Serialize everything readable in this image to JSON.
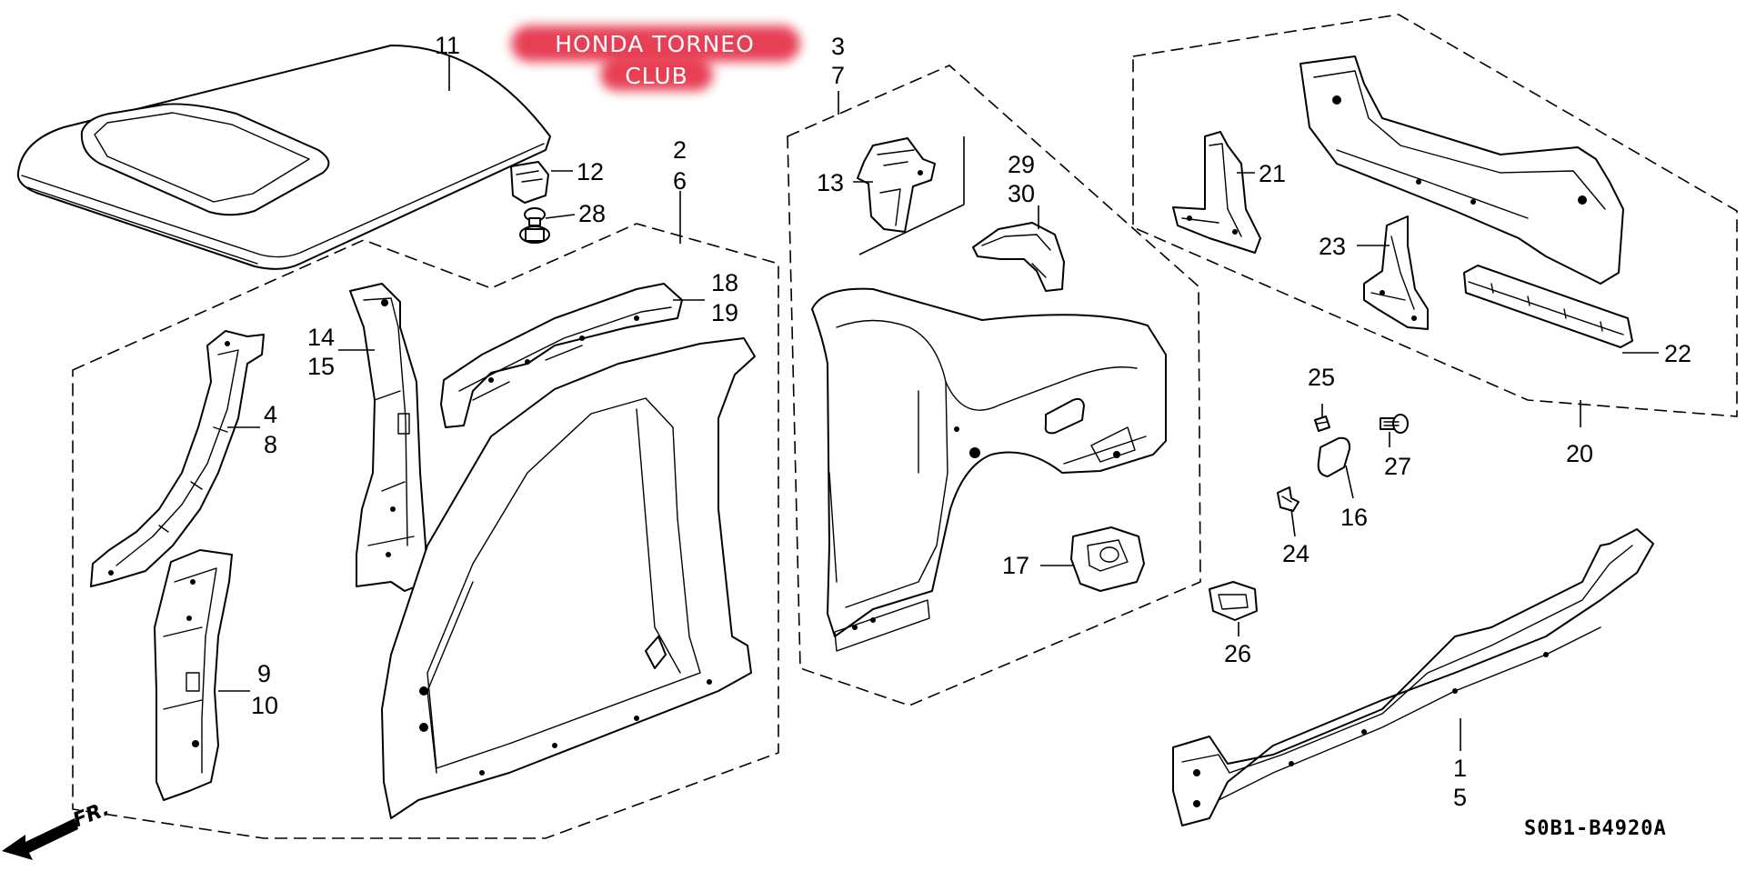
{
  "watermark": {
    "line1": "HONDA TORNEO",
    "line2": "CLUB",
    "glow_color": "#e0001a"
  },
  "diagram_code": "S0B1-B4920A",
  "direction_label": "FR.",
  "callouts": {
    "c11": "11",
    "c12": "12",
    "c28": "28",
    "c2": "2",
    "c6": "6",
    "c3": "3",
    "c7": "7",
    "c13": "13",
    "c29": "29",
    "c30": "30",
    "c18": "18",
    "c19": "19",
    "c14": "14",
    "c15": "15",
    "c4": "4",
    "c8": "8",
    "c9": "9",
    "c10": "10",
    "c17": "17",
    "c21": "21",
    "c23": "23",
    "c22": "22",
    "c20": "20",
    "c25": "25",
    "c27": "27",
    "c16": "16",
    "c24": "24",
    "c26": "26",
    "c1": "1",
    "c5": "5"
  }
}
